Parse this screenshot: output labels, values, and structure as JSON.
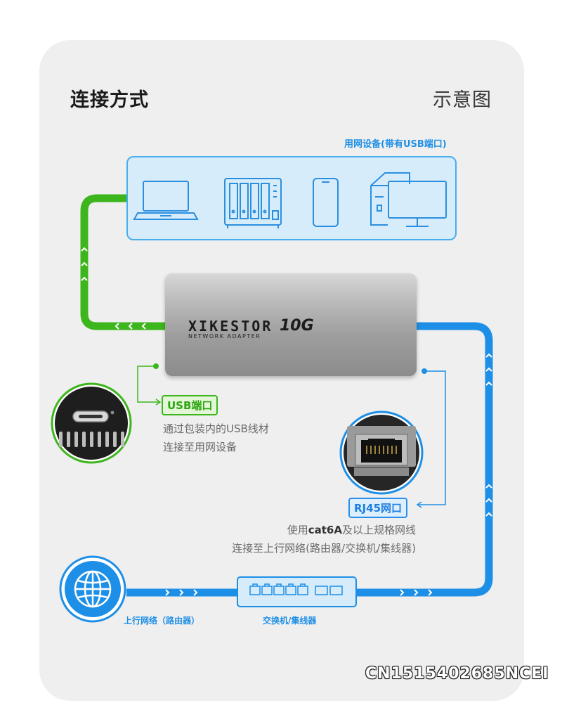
{
  "header": {
    "title": "连接方式",
    "subtitle": "示意图"
  },
  "devices": {
    "caption": "用网设备(带有USB端口)",
    "icons": [
      "laptop-icon",
      "nas-icon",
      "phone-icon",
      "desktop-pc-icon"
    ]
  },
  "adapter": {
    "brand": "XIKESTOR",
    "subtitle": "NETWORK ADAPTER",
    "speed": "10G"
  },
  "usb_port": {
    "label": "USB端口",
    "description_line1": "通过包装内的USB线材",
    "description_line2": "连接至用网设备"
  },
  "rj45_port": {
    "label": "RJ45网口",
    "description_pre": "使用",
    "description_bold": "cat6A",
    "description_post": "及以上规格网线",
    "description_line2": "连接至上行网络(路由器/交换机/集线器)"
  },
  "internet": {
    "caption": "上行网络（路由器）",
    "icon": "globe-icon"
  },
  "switch": {
    "caption": "交换机/集线器",
    "icon": "switch-icon"
  },
  "watermark": "CN1515402685NCEI",
  "colors": {
    "usb_line": "#3db51c",
    "network_line": "#1e8fe6",
    "card_bg": "#efefef",
    "device_box_bg": "#d7ecfb"
  }
}
